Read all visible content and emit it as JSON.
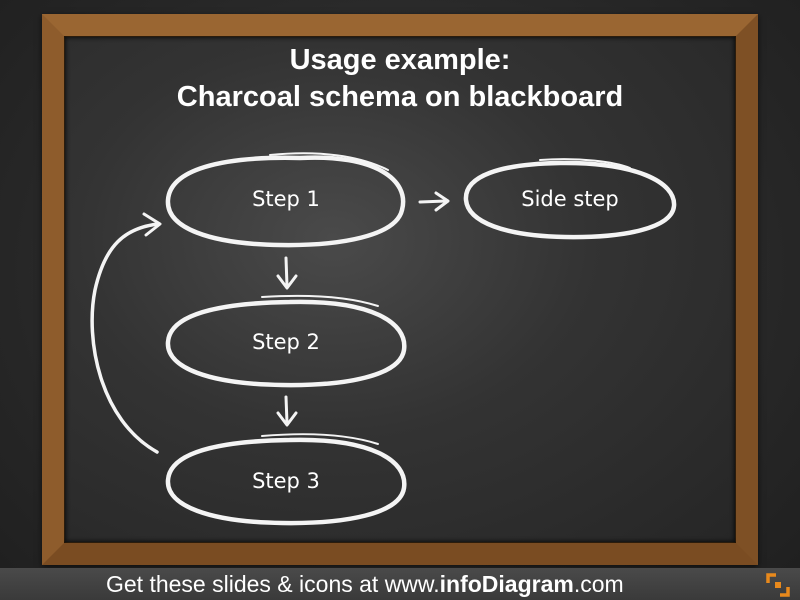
{
  "title": {
    "line1": "Usage example:",
    "line2": "Charcoal schema on blackboard"
  },
  "nodes": {
    "step1": "Step 1",
    "side_step": "Side step",
    "step2": "Step 2",
    "step3": "Step 3"
  },
  "footer": {
    "prefix": "Get these slides & icons at www.",
    "brand": "infoDiagram",
    "suffix": ".com"
  },
  "colors": {
    "chalk": "#f4f4f4",
    "frame_wood": "#8a5a2b",
    "board": "#333333",
    "logo_orange": "#e8891c"
  },
  "icons": {
    "logo": "infodiagram-logo-icon"
  }
}
